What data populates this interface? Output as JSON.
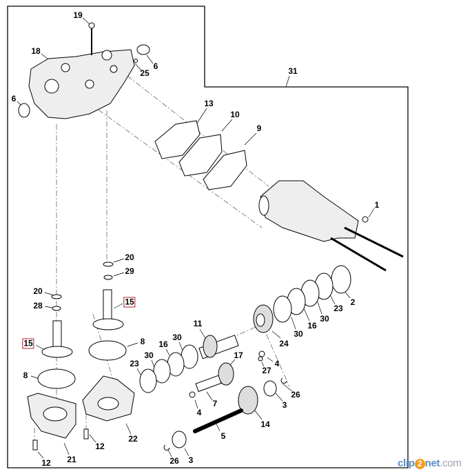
{
  "diagram": {
    "callouts": [
      {
        "id": "c19",
        "text": "19"
      },
      {
        "id": "c18",
        "text": "18"
      },
      {
        "id": "c25",
        "text": "25"
      },
      {
        "id": "c6a",
        "text": "6"
      },
      {
        "id": "c6b",
        "text": "6"
      },
      {
        "id": "c31",
        "text": "31"
      },
      {
        "id": "c13",
        "text": "13"
      },
      {
        "id": "c10",
        "text": "10"
      },
      {
        "id": "c9",
        "text": "9"
      },
      {
        "id": "c1",
        "text": "1"
      },
      {
        "id": "c20a",
        "text": "20"
      },
      {
        "id": "c29",
        "text": "29"
      },
      {
        "id": "c20b",
        "text": "20"
      },
      {
        "id": "c28",
        "text": "28"
      },
      {
        "id": "c15a",
        "text": "15",
        "highlighted": true
      },
      {
        "id": "c15b",
        "text": "15",
        "highlighted": true
      },
      {
        "id": "c8a",
        "text": "8"
      },
      {
        "id": "c8b",
        "text": "8"
      },
      {
        "id": "c2",
        "text": "2"
      },
      {
        "id": "c23a",
        "text": "23"
      },
      {
        "id": "c30a",
        "text": "30"
      },
      {
        "id": "c16a",
        "text": "16"
      },
      {
        "id": "c30b",
        "text": "30"
      },
      {
        "id": "c24",
        "text": "24"
      },
      {
        "id": "c11",
        "text": "11"
      },
      {
        "id": "c16b",
        "text": "16"
      },
      {
        "id": "c30c",
        "text": "30"
      },
      {
        "id": "c30d",
        "text": "30"
      },
      {
        "id": "c23b",
        "text": "23"
      },
      {
        "id": "c17",
        "text": "17"
      },
      {
        "id": "c4a",
        "text": "4"
      },
      {
        "id": "c27",
        "text": "27"
      },
      {
        "id": "c26a",
        "text": "26"
      },
      {
        "id": "c7",
        "text": "7"
      },
      {
        "id": "c3a",
        "text": "3"
      },
      {
        "id": "c4b",
        "text": "4"
      },
      {
        "id": "c14",
        "text": "14"
      },
      {
        "id": "c5",
        "text": "5"
      },
      {
        "id": "c22",
        "text": "22"
      },
      {
        "id": "c12a",
        "text": "12"
      },
      {
        "id": "c21",
        "text": "21"
      },
      {
        "id": "c12b",
        "text": "12"
      },
      {
        "id": "c26b",
        "text": "26"
      },
      {
        "id": "c3b",
        "text": "3"
      }
    ],
    "highlight_color": "#b0202a"
  },
  "watermark": {
    "pre": "clip",
    "two": "2",
    "post": "net",
    "domain": ".com"
  }
}
